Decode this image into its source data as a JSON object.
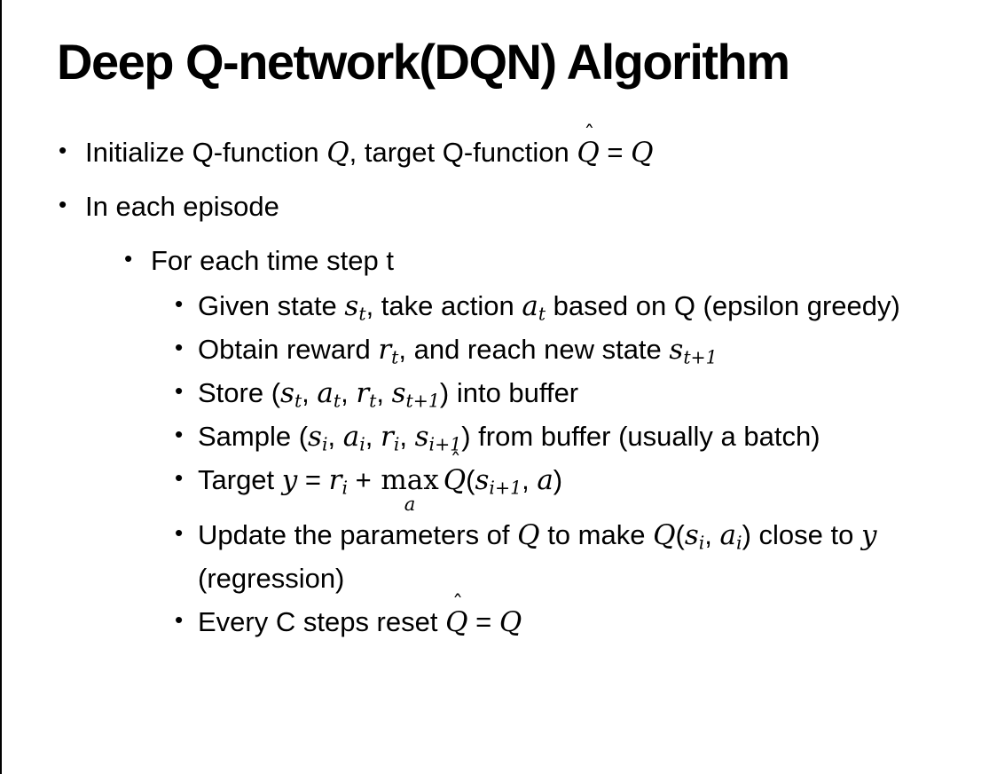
{
  "colors": {
    "background": "#ffffff",
    "text": "#000000",
    "border": "#000000"
  },
  "slide": {
    "title": "Deep Q-network(DQN) Algorithm",
    "bullet_glyph": "•",
    "bullets": [
      {
        "level": 1,
        "segments": [
          {
            "t": "text",
            "v": "Initialize Q-function "
          },
          {
            "t": "var",
            "v": "Q"
          },
          {
            "t": "text",
            "v": ", target Q-function "
          },
          {
            "t": "hat",
            "v": "Q"
          },
          {
            "t": "text",
            "v": " = "
          },
          {
            "t": "var",
            "v": "Q"
          }
        ]
      },
      {
        "level": 1,
        "segments": [
          {
            "t": "text",
            "v": "In each episode"
          }
        ]
      },
      {
        "level": 2,
        "segments": [
          {
            "t": "text",
            "v": "For each time step t"
          }
        ]
      },
      {
        "level": 3,
        "segments": [
          {
            "t": "text",
            "v": "Given state "
          },
          {
            "t": "vsub",
            "v": "s",
            "sub": "t"
          },
          {
            "t": "text",
            "v": ", take action "
          },
          {
            "t": "vsub",
            "v": "a",
            "sub": "t"
          },
          {
            "t": "text",
            "v": " based on Q (epsilon greedy)"
          }
        ]
      },
      {
        "level": 3,
        "segments": [
          {
            "t": "text",
            "v": "Obtain reward "
          },
          {
            "t": "vsub",
            "v": "r",
            "sub": "t"
          },
          {
            "t": "text",
            "v": ", and reach new state "
          },
          {
            "t": "vsub",
            "v": "s",
            "sub": "t+1"
          }
        ]
      },
      {
        "level": 3,
        "segments": [
          {
            "t": "text",
            "v": "Store ("
          },
          {
            "t": "vsub",
            "v": "s",
            "sub": "t"
          },
          {
            "t": "text",
            "v": ", "
          },
          {
            "t": "vsub",
            "v": "a",
            "sub": "t"
          },
          {
            "t": "text",
            "v": ", "
          },
          {
            "t": "vsub",
            "v": "r",
            "sub": "t"
          },
          {
            "t": "text",
            "v": ", "
          },
          {
            "t": "vsub",
            "v": "s",
            "sub": "t+1"
          },
          {
            "t": "text",
            "v": ") into buffer"
          }
        ]
      },
      {
        "level": 3,
        "segments": [
          {
            "t": "text",
            "v": "Sample ("
          },
          {
            "t": "vsub",
            "v": "s",
            "sub": "i"
          },
          {
            "t": "text",
            "v": ", "
          },
          {
            "t": "vsub",
            "v": "a",
            "sub": "i"
          },
          {
            "t": "text",
            "v": ", "
          },
          {
            "t": "vsub",
            "v": "r",
            "sub": "i"
          },
          {
            "t": "text",
            "v": ", "
          },
          {
            "t": "vsub",
            "v": "s",
            "sub": "i+1"
          },
          {
            "t": "text",
            "v": ") from buffer (usually a batch)"
          }
        ]
      },
      {
        "level": 3,
        "segments": [
          {
            "t": "text",
            "v": "Target "
          },
          {
            "t": "var",
            "v": "y"
          },
          {
            "t": "text",
            "v": " = "
          },
          {
            "t": "vsub",
            "v": "r",
            "sub": "i"
          },
          {
            "t": "text",
            "v": " + "
          },
          {
            "t": "max",
            "op": "max",
            "sub": "a"
          },
          {
            "t": "hat",
            "v": "Q"
          },
          {
            "t": "text",
            "v": "("
          },
          {
            "t": "vsub",
            "v": "s",
            "sub": "i+1"
          },
          {
            "t": "text",
            "v": ", "
          },
          {
            "t": "var",
            "v": "a"
          },
          {
            "t": "text",
            "v": ")"
          }
        ]
      },
      {
        "level": 3,
        "segments": [
          {
            "t": "text",
            "v": "Update the parameters of "
          },
          {
            "t": "var",
            "v": "Q"
          },
          {
            "t": "text",
            "v": " to make "
          },
          {
            "t": "var",
            "v": "Q"
          },
          {
            "t": "text",
            "v": "("
          },
          {
            "t": "vsub",
            "v": "s",
            "sub": "i"
          },
          {
            "t": "text",
            "v": ", "
          },
          {
            "t": "vsub",
            "v": "a",
            "sub": "i"
          },
          {
            "t": "text",
            "v": ") close to "
          },
          {
            "t": "var",
            "v": "y"
          },
          {
            "t": "text",
            "v": " (regression)"
          }
        ]
      },
      {
        "level": 3,
        "segments": [
          {
            "t": "text",
            "v": "Every C steps reset "
          },
          {
            "t": "hat",
            "v": "Q"
          },
          {
            "t": "text",
            "v": " = "
          },
          {
            "t": "var",
            "v": "Q"
          }
        ]
      }
    ]
  }
}
